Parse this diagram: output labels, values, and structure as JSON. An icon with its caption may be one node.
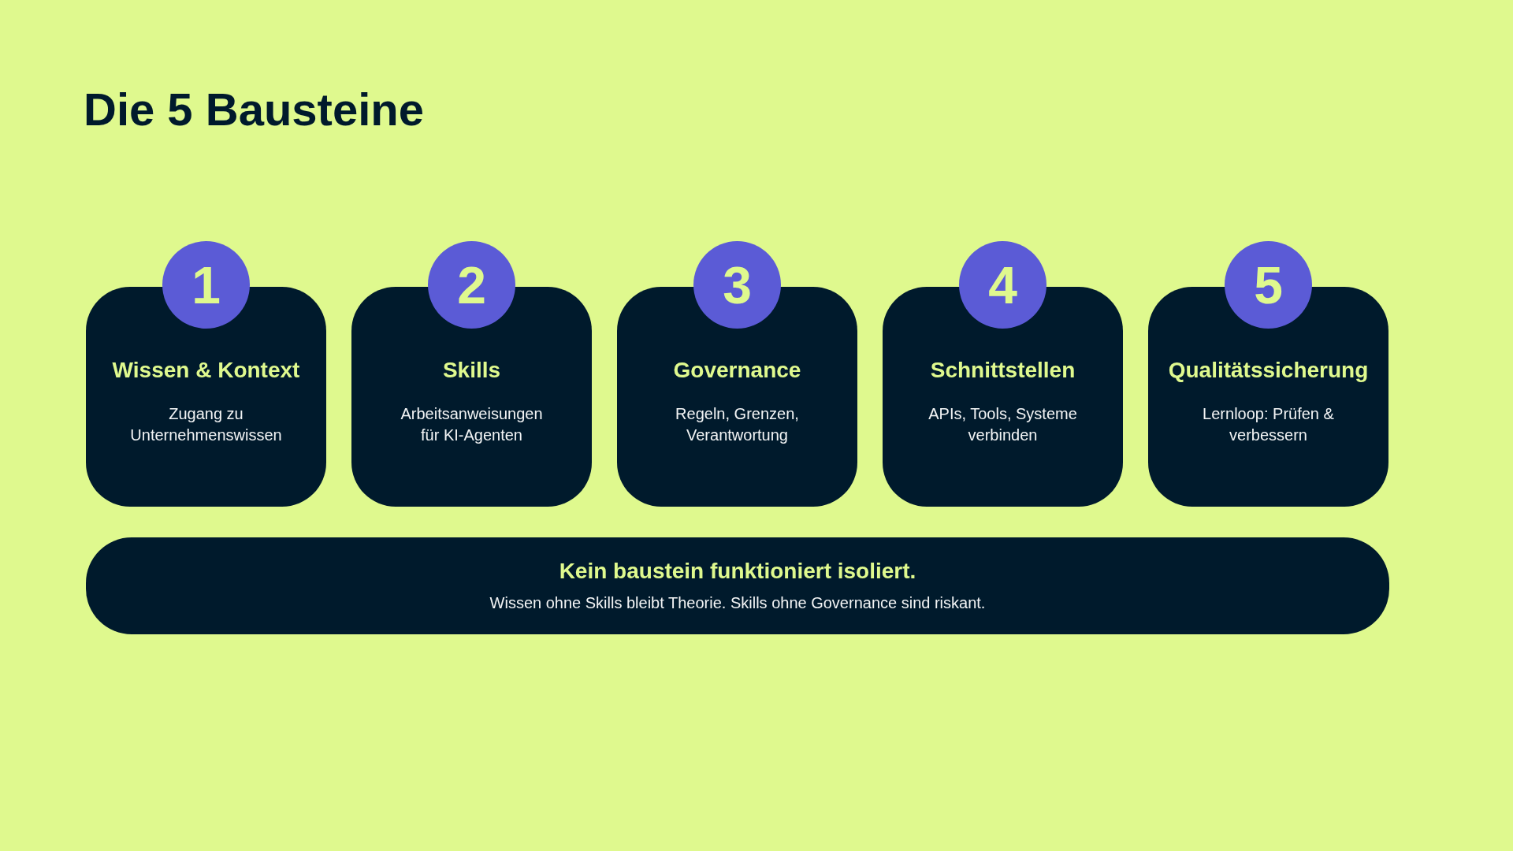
{
  "diagram": {
    "title": "Die 5 Bausteine",
    "nodes": [
      {
        "text": [
          "1"
        ]
      },
      {
        "text": [
          "Wissen & Kontext",
          "Zugang zu Unternehmenswissen"
        ]
      },
      {
        "text": [
          "2"
        ]
      },
      {
        "text": [
          "Skills",
          "Arbeitsanweisungen für KI-Agenten"
        ]
      },
      {
        "text": [
          "3"
        ]
      },
      {
        "text": [
          "Governance",
          "Regeln, Grenzen, Verantwortung"
        ]
      },
      {
        "text": [
          "4"
        ]
      },
      {
        "text": [
          "Schnittstellen",
          "APIs, Tools, Systeme verbinden"
        ]
      },
      {
        "text": [
          "5"
        ]
      },
      {
        "text": [
          "Qualitätssicherung",
          "Lernloop: Prüfen & verbessern"
        ]
      },
      {
        "text": [
          "Kein baustein funktioniert isoliert.",
          "Wissen ohne Skills bleibt Theorie. Skills ohne Governance sind riskant."
        ]
      }
    ]
  }
}
